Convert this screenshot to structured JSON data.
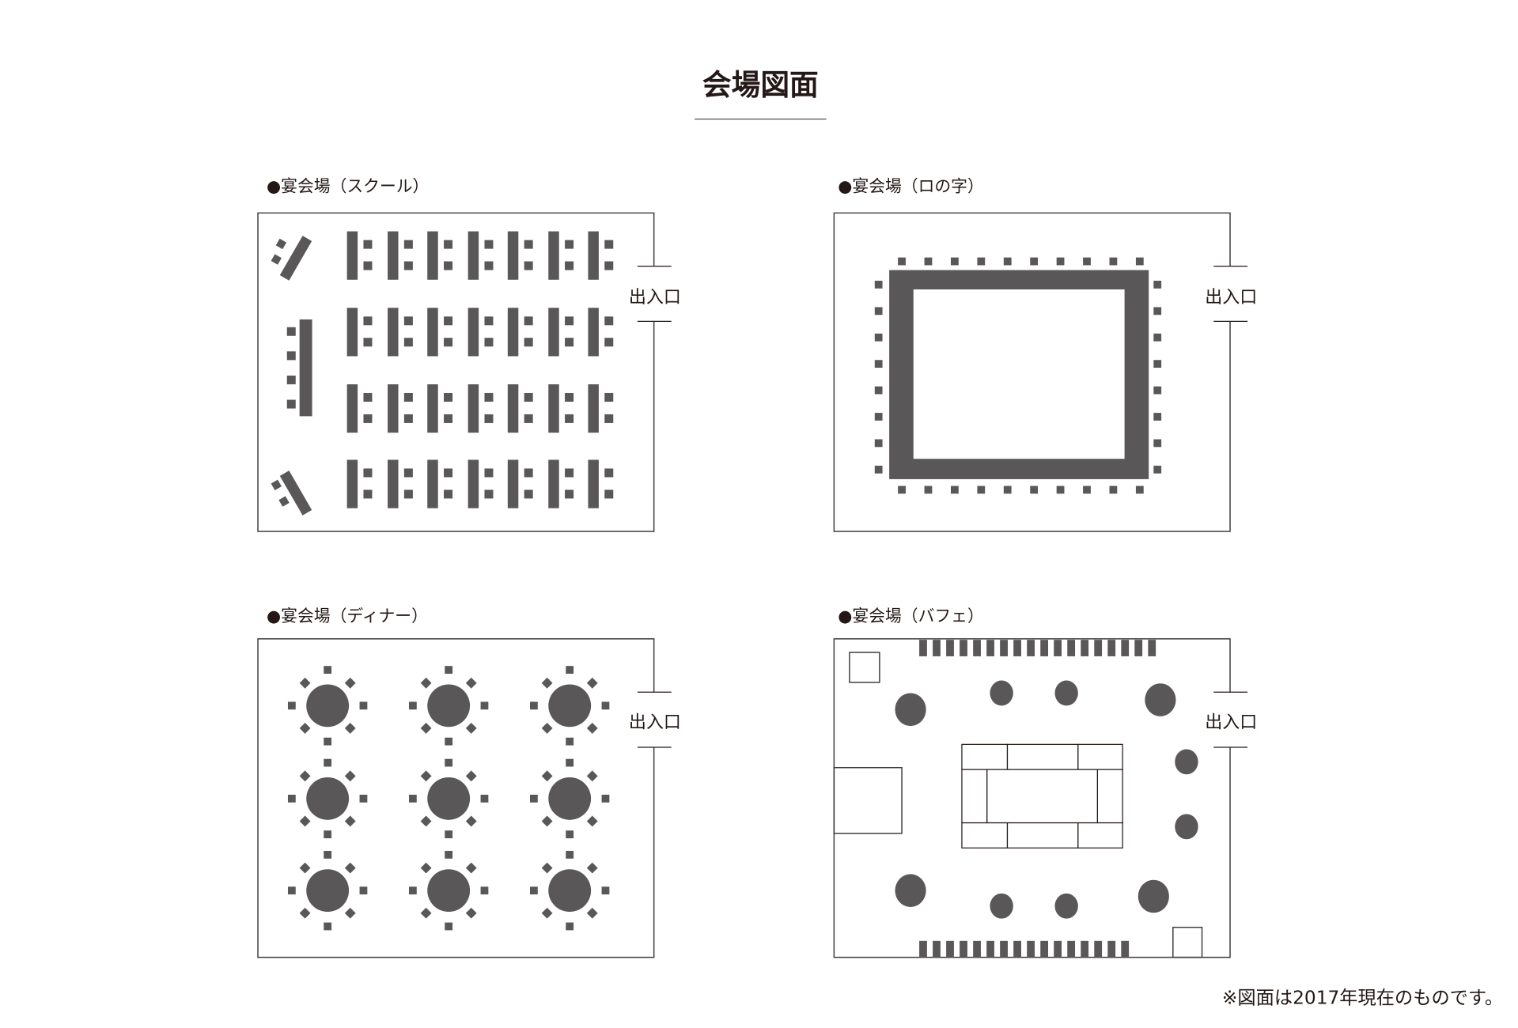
{
  "title": "会場図面",
  "panels": [
    {
      "label": "●宴会場（スクール）",
      "layout": "school",
      "exit_label": "出入口"
    },
    {
      "label": "●宴会場（ロの字）",
      "layout": "hollow-square",
      "exit_label": "出入口"
    },
    {
      "label": "●宴会場（ディナー）",
      "layout": "dinner",
      "exit_label": "出入口"
    },
    {
      "label": "●宴会場（バフェ）",
      "layout": "buffet",
      "exit_label": "出入口"
    }
  ],
  "note": "※図面は2017年現在のものです。",
  "colors": {
    "furniture": "#595757",
    "line": "#231815"
  }
}
